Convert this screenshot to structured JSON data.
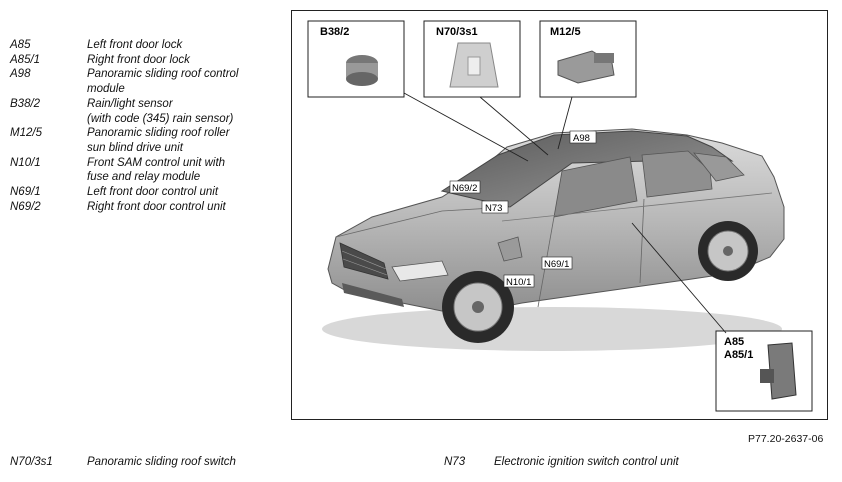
{
  "legend": [
    {
      "code": "A85",
      "desc": "Left front door lock"
    },
    {
      "code": "A85/1",
      "desc": "Right front door lock"
    },
    {
      "code": "A98",
      "desc": "Panoramic sliding roof control\nmodule"
    },
    {
      "code": "B38/2",
      "desc": "Rain/light sensor\n(with code (345) rain sensor)"
    },
    {
      "code": "M12/5",
      "desc": "Panoramic sliding roof roller\nsun blind drive unit"
    },
    {
      "code": "N10/1",
      "desc": "Front SAM control unit with\nfuse and relay module"
    },
    {
      "code": "N69/1",
      "desc": "Left front door control unit"
    },
    {
      "code": "N69/2",
      "desc": "Right front door control unit"
    }
  ],
  "diagram": {
    "inset_labels": {
      "b38_2": "B38/2",
      "n70_3s1": "N70/3s1",
      "m12_5": "M12/5",
      "a85": "A85",
      "a85_1": "A85/1"
    },
    "callouts": {
      "a98": "A98",
      "n69_2": "N69/2",
      "n73": "N73",
      "n69_1": "N69/1",
      "n10_1": "N10/1"
    }
  },
  "reference": "P77.20-2637-06",
  "footer": [
    {
      "code": "N70/3s1",
      "desc": "Panoramic sliding roof switch"
    },
    {
      "code": "N73",
      "desc": "Electronic ignition switch control unit"
    }
  ]
}
